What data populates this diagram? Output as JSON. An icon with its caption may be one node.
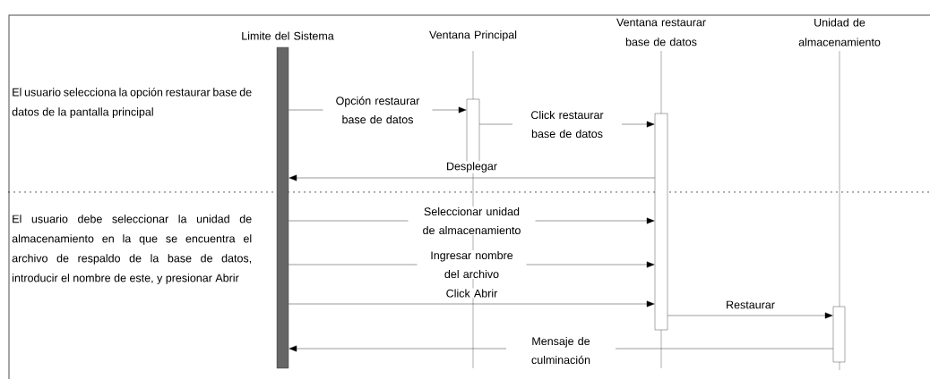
{
  "diagram": {
    "nodes": [
      {
        "text": [
          "Limite del Sistema"
        ]
      },
      {
        "text": [
          "Ventana Principal"
        ]
      },
      {
        "text": [
          "Ventana restaurar base de datos"
        ]
      },
      {
        "text": [
          "Unidad de almacenamiento"
        ]
      },
      {
        "text": [],
        "shape": "bar"
      },
      {
        "text": [],
        "shape": "bar"
      },
      {
        "text": [],
        "shape": "bar"
      },
      {
        "text": [],
        "shape": "bar"
      }
    ],
    "edges": [
      {
        "from": 4,
        "to": 5,
        "arrow": "to",
        "label": "Opción restaurar base de datos"
      },
      {
        "from": 5,
        "to": 6,
        "arrow": "to",
        "label": "Click restaurar base de datos"
      },
      {
        "from": 6,
        "to": 4,
        "arrow": "to",
        "label": "Desplegar"
      },
      {
        "from": 4,
        "to": 6,
        "arrow": "to",
        "label": "Seleccionar unidad de almacenamiento"
      },
      {
        "from": 4,
        "to": 6,
        "arrow": "to",
        "label": "Ingresar nombre del archivo"
      },
      {
        "from": 4,
        "to": 6,
        "arrow": "to",
        "label": "Click Abrir"
      },
      {
        "from": 6,
        "to": 7,
        "arrow": "to",
        "label": "Restaurar"
      },
      {
        "from": 7,
        "to": 4,
        "arrow": "to",
        "label": "Mensaje de culminación"
      }
    ],
    "labels": [
      "El usuario selecciona la opción restaurar base de datos de la pantalla principal",
      "El usuario debe seleccionar la unidad de almacenamiento en la que se encuentra el archivo de respaldo de la base de datos, introducir el nombre de este, y presionar Abrir"
    ]
  }
}
